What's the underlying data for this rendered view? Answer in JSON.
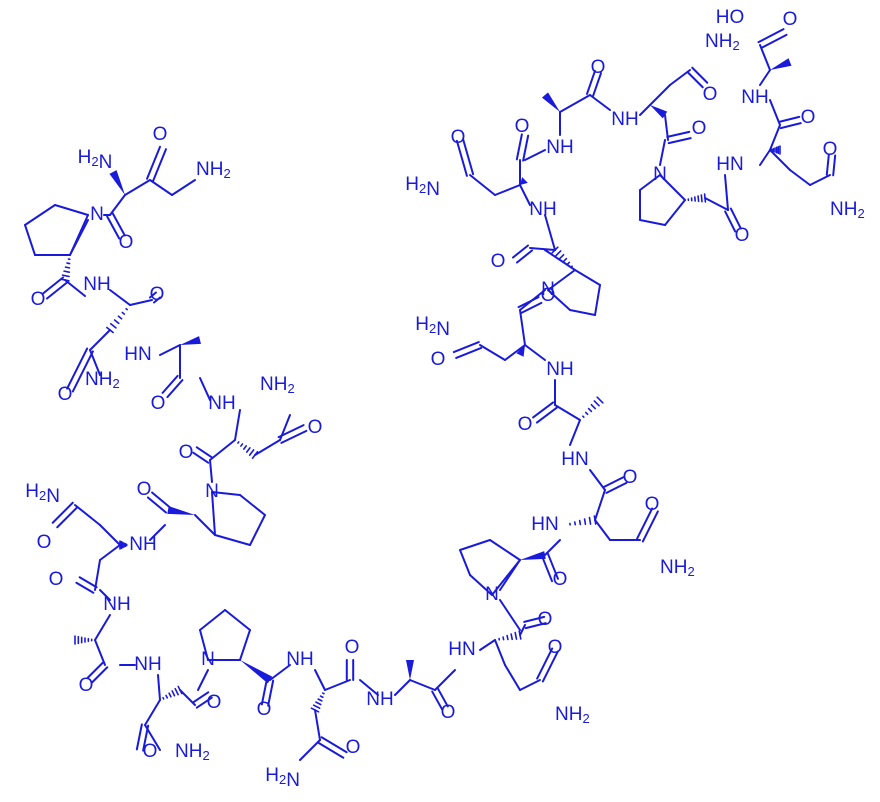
{
  "colors": {
    "structure": "#1a1adb",
    "background": "#ffffff"
  },
  "labels": {
    "nh2": "NH",
    "h2n": "H",
    "h2n_n": "N",
    "h2": "2",
    "nh": "NH",
    "hn": "HN",
    "n": "N",
    "o": "O",
    "oh": "HO"
  }
}
